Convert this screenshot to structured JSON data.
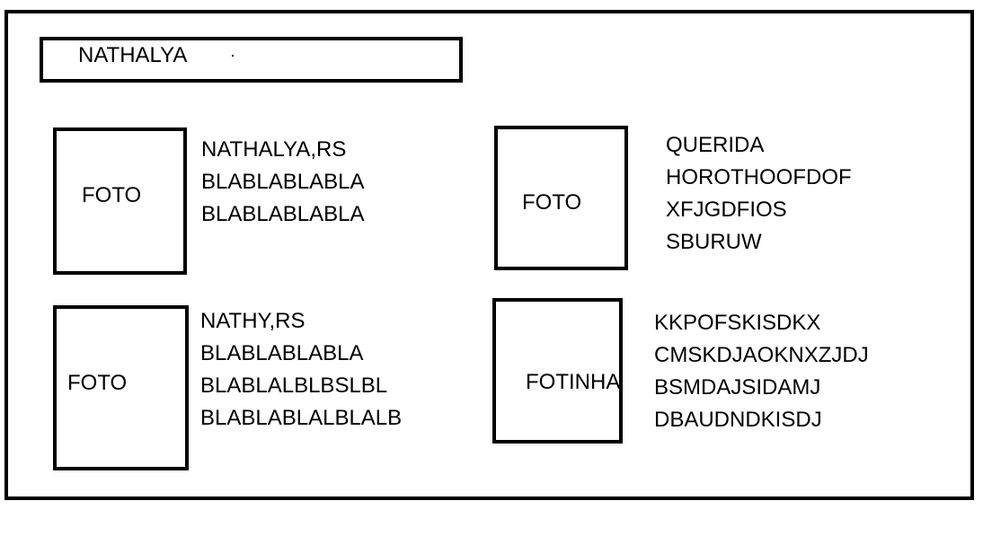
{
  "header": {
    "title": "NATHALYA"
  },
  "cards": [
    {
      "photo_label": "FOTO",
      "lines": [
        "NATHALYA,RS",
        "BLABLABLABLA",
        "BLABLABLABLA"
      ]
    },
    {
      "photo_label": "FOTO",
      "lines": [
        "QUERIDA",
        "HOROTHOOFDOF",
        "XFJGDFIOS",
        "SBURUW"
      ]
    },
    {
      "photo_label": "FOTO",
      "lines": [
        "NATHY,RS",
        "BLABLABLABLA",
        "BLABLALBLBSLBL",
        "BLABLABLALBLALB"
      ]
    },
    {
      "photo_label": "FOTINHA",
      "lines": [
        "KKPOFSKISDKX",
        "CMSKDJAOKNXZJDJ",
        "BSMDAJSIDAMJ",
        "DBAUDNDKISDJ"
      ]
    }
  ]
}
